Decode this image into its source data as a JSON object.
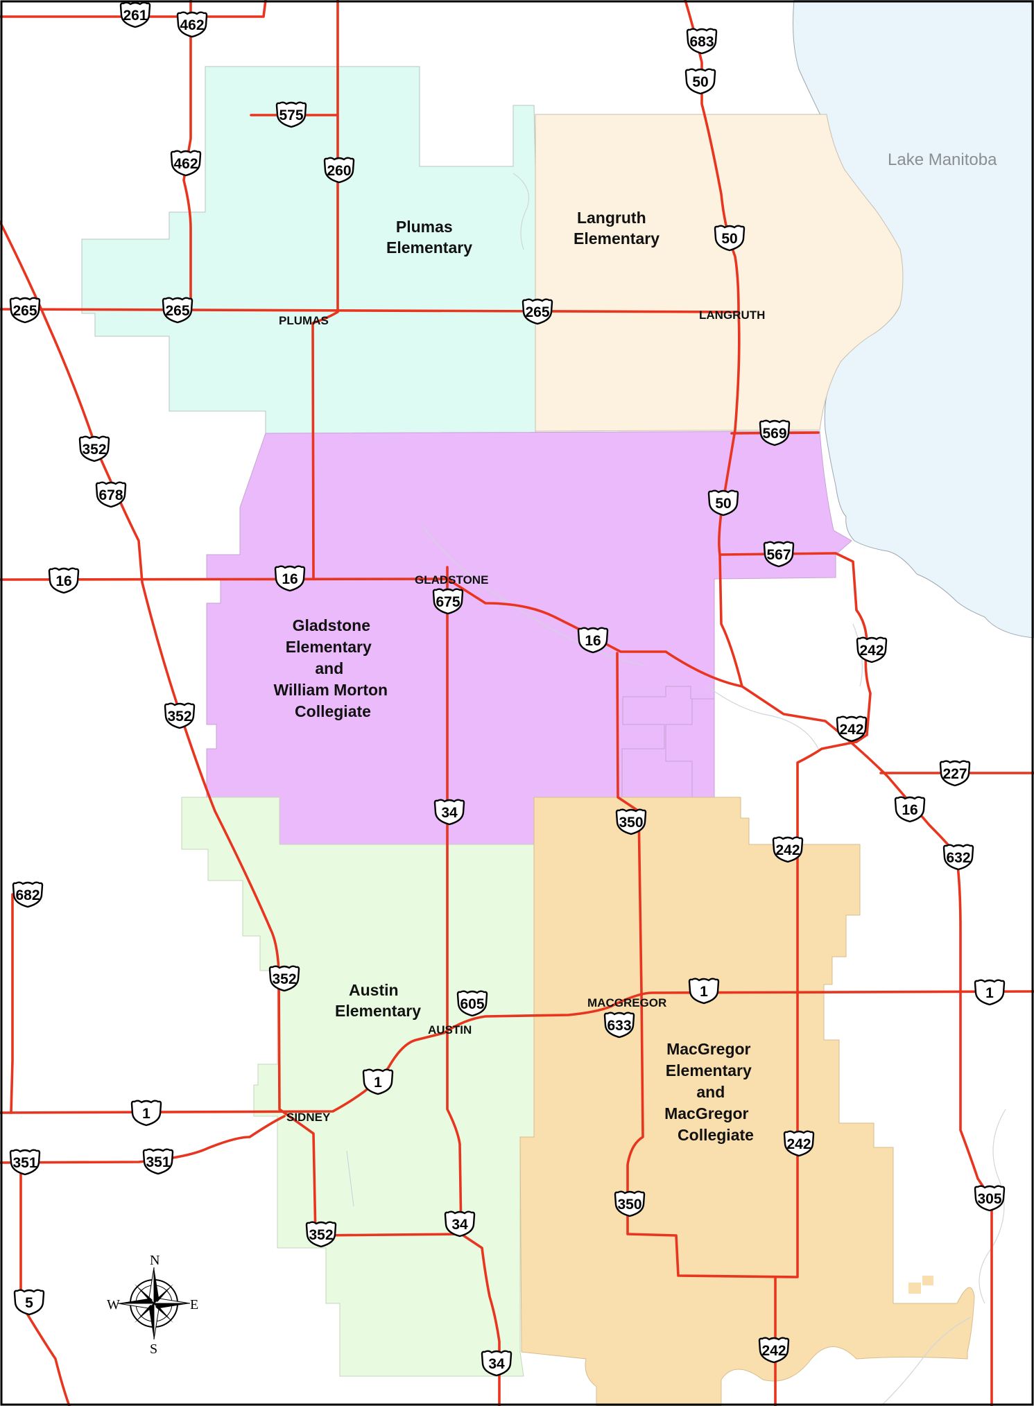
{
  "lake": {
    "name": "Lake Manitoba",
    "color": "#eaf4fb"
  },
  "zones": [
    {
      "id": "plumas",
      "lines": [
        "Plumas",
        "Elementary"
      ],
      "color": "#ddfbf2"
    },
    {
      "id": "langruth",
      "lines": [
        "Langruth",
        "Elementary"
      ],
      "color": "#fdf2e0"
    },
    {
      "id": "gladstone",
      "lines": [
        "Gladstone",
        "Elementary",
        "and",
        "William Morton",
        "Collegiate"
      ],
      "color": "#ebbafa"
    },
    {
      "id": "austin",
      "lines": [
        "Austin",
        "Elementary"
      ],
      "color": "#e8fae0"
    },
    {
      "id": "macgregor",
      "lines": [
        "MacGregor",
        "Elementary",
        "and",
        "MacGregor",
        "Collegiate"
      ],
      "color": "#f9dfae"
    }
  ],
  "towns": [
    "PLUMAS",
    "LANGRUTH",
    "GLADSTONE",
    "AUSTIN",
    "MACGREGOR",
    "SIDNEY"
  ],
  "highways": [
    "261",
    "462",
    "683",
    "50",
    "575",
    "260",
    "462",
    "50",
    "265",
    "265",
    "265",
    "352",
    "678",
    "569",
    "50",
    "16",
    "16",
    "675",
    "567",
    "16",
    "242",
    "352",
    "242",
    "227",
    "16",
    "34",
    "350",
    "242",
    "632",
    "682",
    "352",
    "605",
    "1",
    "1",
    "633",
    "1",
    "1",
    "242",
    "351",
    "351",
    "350",
    "305",
    "352",
    "34",
    "5",
    "242",
    "34"
  ],
  "road_color": "#e8351f",
  "compass": {
    "n": "N",
    "s": "S",
    "e": "E",
    "w": "W"
  }
}
